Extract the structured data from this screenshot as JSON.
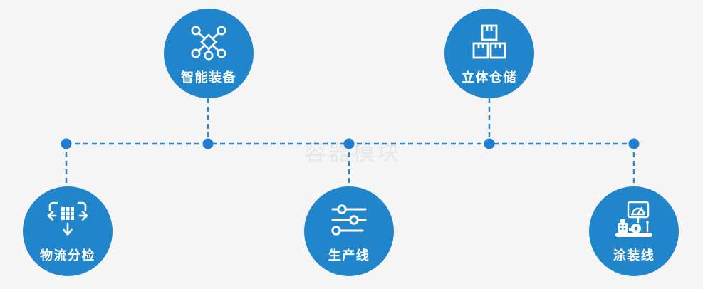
{
  "canvas": {
    "background": "#f5f5f6"
  },
  "colors": {
    "node_fill": "#2185cc",
    "connector_line": "#2b86cf",
    "junction_dot": "#1f7ed0",
    "label_text": "#ffffff",
    "watermark_text": "#e7e7e7",
    "icon_stroke": "#ffffff"
  },
  "watermark": {
    "text": "容器模块"
  },
  "nodes": [
    {
      "label": "智能装备",
      "icon": "network-nodes-icon",
      "position": "top-left"
    },
    {
      "label": "立体仓储",
      "icon": "stacked-boxes-icon",
      "position": "top-right"
    },
    {
      "label": "物流分检",
      "icon": "sorting-distribution-icon",
      "position": "bottom-left"
    },
    {
      "label": "生产线",
      "icon": "sliders-icon",
      "position": "bottom-center"
    },
    {
      "label": "涂装线",
      "icon": "coating-machine-icon",
      "position": "bottom-right"
    }
  ]
}
